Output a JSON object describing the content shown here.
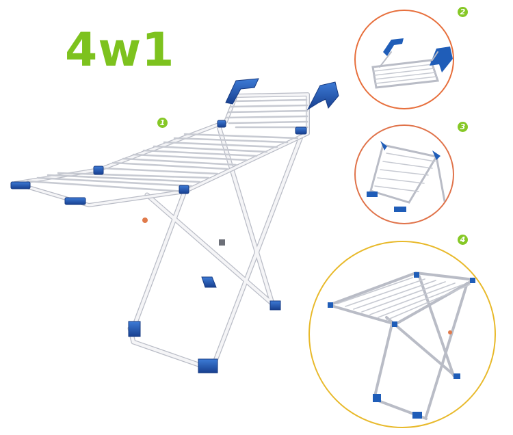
{
  "headline": "4w1",
  "badges": [
    "1",
    "2",
    "3",
    "4"
  ],
  "colors": {
    "headline": "#7dc21e",
    "badge": "#86c826",
    "frame": "#f4f4f6",
    "frame_edge": "#b9bcc6",
    "accent_blue": "#1f5db8",
    "circle_2": "#e76f3c",
    "circle_3": "#e0734a",
    "circle_4": "#e8b92a"
  }
}
